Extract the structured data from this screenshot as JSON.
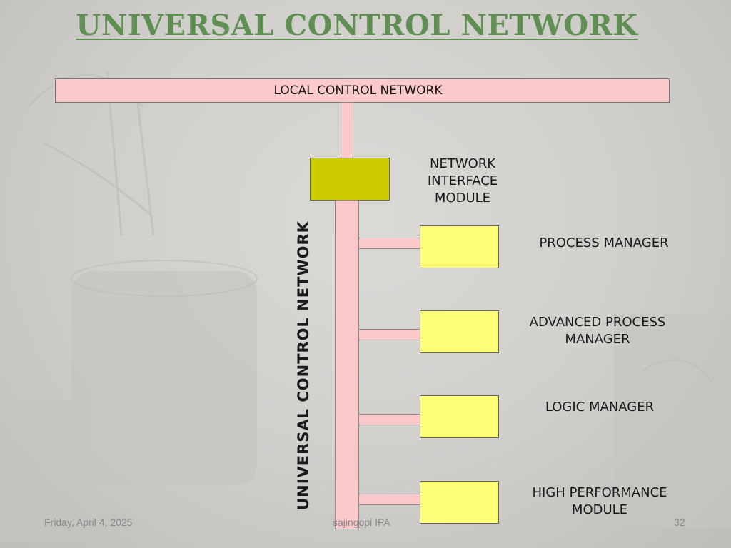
{
  "slide": {
    "title": "UNIVERSAL CONTROL NETWORK",
    "local_control_network_label": "LOCAL  CONTROL  NETWORK",
    "universal_control_network_label": "UNIVERSAL CONTROL NETWORK",
    "modules": {
      "network_interface": [
        "NETWORK",
        "INTERFACE",
        "MODULE"
      ],
      "process_manager": [
        "PROCESS MANAGER"
      ],
      "advanced_process_manager": [
        "ADVANCED PROCESS",
        "MANAGER"
      ],
      "logic_manager": [
        "LOGIC MANAGER"
      ],
      "high_performance_module": [
        "HIGH PERFORMANCE",
        "MODULE"
      ]
    },
    "colors": {
      "title": "#5f8f52",
      "network_bar": "#fbc9c9",
      "interface_box": "#cccc00",
      "module_box": "#ffff77"
    }
  },
  "footer": {
    "date": "Friday, April 4, 2025",
    "author": "sajingopi IPA",
    "page_number": "32"
  }
}
